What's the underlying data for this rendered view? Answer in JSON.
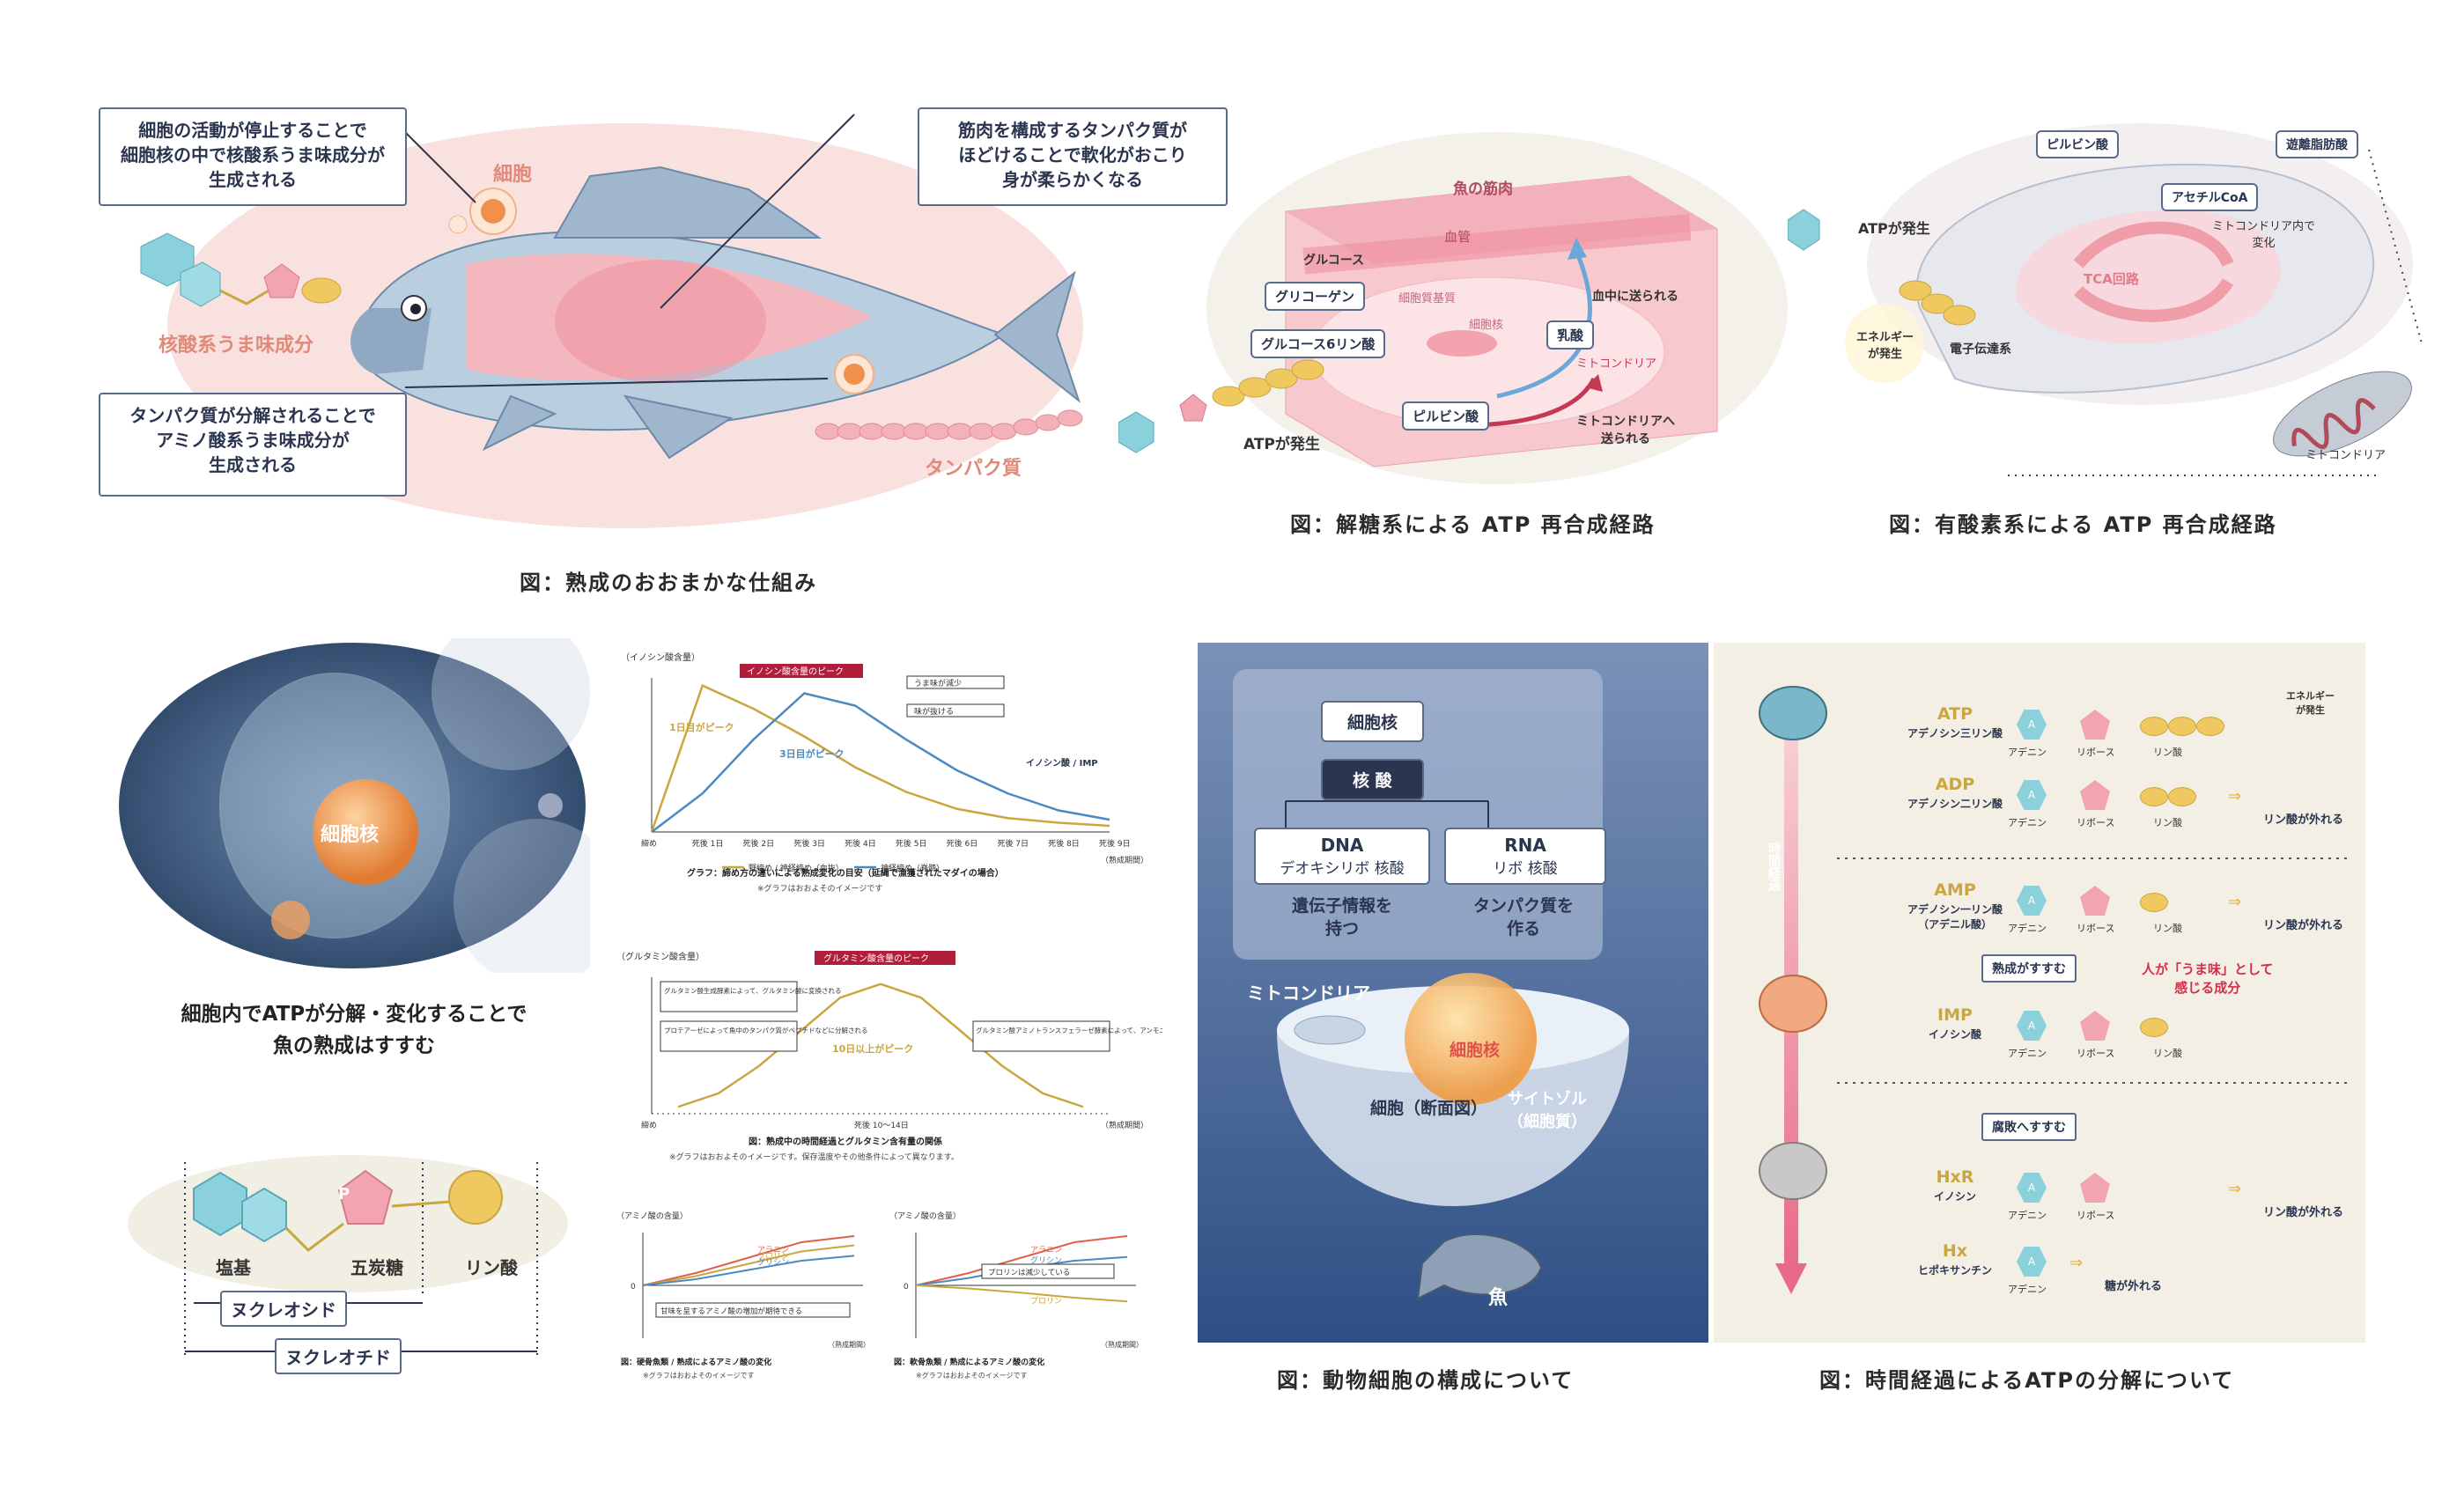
{
  "colors": {
    "navy": "#2b3550",
    "pink": "#f0a0a8",
    "gold": "#c9a640",
    "cyan": "#7cc8d6",
    "bluepanel": "#3c5c8c",
    "beige": "#f3efe4"
  },
  "fish_panel": {
    "note_cell": "細胞の活動が停止することで\n細胞核の中で核酸系うま味成分が\n生成される",
    "note_muscle": "筋肉を構成するタンパク質が\nほどけることで軟化がおこり\n身が柔らかくなる",
    "note_protein": "タンパク質が分解されることで\nアミノ酸系うま味成分が\n生成される",
    "label_cell": "細胞",
    "label_nucleic": "核酸系うま味成分",
    "label_protein": "タンパク質",
    "caption": "図：熟成のおおまかな仕組み"
  },
  "glycolysis_panel": {
    "muscle": "魚の筋肉",
    "vessel": "血管",
    "glucose": "グルコース",
    "glycogen": "グリコーゲン",
    "g6p": "グルコース6リン酸",
    "lactate": "乳酸",
    "pyruvate": "ピルビン酸",
    "to_blood": "血中に送られる",
    "mito": "ミトコンドリア",
    "to_mito": "ミトコンドリアへ\n送られる",
    "matrix": "細胞質基質",
    "nucleus": "細胞核",
    "atp": "ATPが発生",
    "caption": "図：解糖系による ATP 再合成経路"
  },
  "aerobic_panel": {
    "pyruvate": "ピルビン酸",
    "fatty": "遊離脂肪酸",
    "acetyl": "アセチルCoA",
    "change": "ミトコンドリア内で\n変化",
    "tca": "TCA回路",
    "etc": "電子伝達系",
    "atp": "ATPが発生",
    "energy": "エネルギー\nが発生",
    "mito": "ミトコンドリア",
    "caption": "図：有酸素系による ATP 再合成経路"
  },
  "cell_panel": {
    "nucleus": "細胞核",
    "text": "細胞内でATPが分解・変化することで\n魚の熟成はすすむ"
  },
  "nucleotide_panel": {
    "base": "塩基",
    "sugar": "五炭糖",
    "phosphate": "リン酸",
    "p": "P",
    "nucleoside": "ヌクレオシド",
    "nucleotide": "ヌクレオチド"
  },
  "chart_data": [
    {
      "type": "line",
      "title": "グラフ：締め方の違いによる熟成変化の目安（延縄で漁獲されたマダイの場合）",
      "note": "※グラフはおおよそのイメージです",
      "ylabel": "（イノシン酸含量）",
      "xlabel": "（熟成期間）",
      "categories": [
        "締め",
        "死後 1日",
        "死後 2日",
        "死後 3日",
        "死後 4日",
        "死後 5日",
        "死後 6日",
        "死後 7日",
        "死後 8日",
        "死後 9日"
      ],
      "series": [
        {
          "name": "野締め / 神経締め（血抜）",
          "values": [
            0,
            95,
            80,
            62,
            42,
            26,
            15,
            9,
            6,
            4
          ]
        },
        {
          "name": "神経締め（脊髄）",
          "values": [
            0,
            25,
            60,
            90,
            82,
            60,
            40,
            25,
            14,
            8
          ]
        }
      ],
      "annotations": [
        "イノシン酸含量のピーク",
        "うま味が減少",
        "味が抜ける",
        "1日目がピーク",
        "3日目がピーク",
        "イノシン酸 / IMP"
      ],
      "ylim": [
        0,
        100
      ]
    },
    {
      "type": "line",
      "title": "図：熟成中の時間経過とグルタミン含有量の関係",
      "note": "※グラフはおおよそのイメージです。保存温度やその他条件によって異なります。",
      "ylabel": "（グルタミン酸含量）",
      "xlabel": "（熟成期間）",
      "categories": [
        "締め",
        "死後 10〜14日"
      ],
      "series": [
        {
          "name": "グルタミン酸",
          "values": [
            5,
            15,
            35,
            60,
            85,
            95,
            85,
            60,
            35,
            15,
            5
          ]
        }
      ],
      "annotations": [
        "グルタミン酸含量のピーク",
        "グルタミン酸生成酵素によって、グルタミン酸に変換される",
        "プロテアーゼによって魚中のタンパク質がペプチドなどに分解される",
        "グルタミン酸アミノトランスフェラーゼ酵素によって、アンモニアなどに分解",
        "10日以上がピーク"
      ],
      "ylim": [
        0,
        100
      ]
    },
    {
      "type": "line",
      "title": "図：硬骨魚類 / 熟成によるアミノ酸の変化",
      "note": "※グラフはおおよそのイメージです",
      "ylabel": "（アミノ酸の含量）",
      "xlabel": "（熟成期間）",
      "series": [
        {
          "name": "アラニン",
          "values": [
            0,
            20,
            45,
            70,
            80
          ]
        },
        {
          "name": "プロリン",
          "values": [
            0,
            15,
            35,
            55,
            65
          ]
        },
        {
          "name": "グリシン",
          "values": [
            0,
            10,
            25,
            40,
            48
          ]
        }
      ],
      "annotations": [
        "甘味を呈するアミノ酸の増加が期待できる",
        "0"
      ]
    },
    {
      "type": "line",
      "title": "図：軟骨魚類 / 熟成によるアミノ酸の変化",
      "note": "※グラフはおおよそのイメージです",
      "ylabel": "（アミノ酸の含量）",
      "xlabel": "（熟成期間）",
      "series": [
        {
          "name": "アラニン",
          "values": [
            0,
            20,
            45,
            70,
            80
          ]
        },
        {
          "name": "グリシン",
          "values": [
            0,
            12,
            28,
            40,
            46
          ]
        },
        {
          "name": "プロリン",
          "values": [
            0,
            -5,
            -12,
            -20,
            -26
          ]
        }
      ],
      "annotations": [
        "プロリンは減少している",
        "0"
      ]
    }
  ],
  "animal_cell_panel": {
    "nucleus": "細胞核",
    "nucleic": "核 酸",
    "dna": "DNA",
    "dna_sub": "デオキシリボ 核酸",
    "rna": "RNA",
    "rna_sub": "リボ 核酸",
    "dna_role": "遺伝子情報を\n持つ",
    "rna_role": "タンパク質を\n作る",
    "mito": "ミトコンドリア",
    "nucleus2": "細胞核",
    "cytosol": "サイトゾル\n（細胞質）",
    "cell": "細胞（断面図）",
    "fish": "魚",
    "caption": "図：動物細胞の構成について"
  },
  "atp_panel": {
    "timeline": "時間経過",
    "rows": [
      {
        "name": "ATP",
        "jp": "アデノシン三リン酸",
        "parts": [
          "アデニン",
          "リボース",
          "リン酸"
        ],
        "note": ""
      },
      {
        "name": "ADP",
        "jp": "アデノシン二リン酸",
        "parts": [
          "アデニン",
          "リボース",
          "リン酸"
        ],
        "note": "リン酸が外れる"
      },
      {
        "name": "AMP",
        "jp": "アデノシン一リン酸\n（アデニル酸）",
        "parts": [
          "アデニン",
          "リボース",
          "リン酸"
        ],
        "note": "リン酸が外れる"
      },
      {
        "name": "IMP",
        "jp": "イノシン酸",
        "parts": [
          "アデニン",
          "リボース",
          "リン酸"
        ],
        "note": ""
      },
      {
        "name": "HxR",
        "jp": "イノシン",
        "parts": [
          "アデニン",
          "リボース"
        ],
        "note": "リン酸が外れる"
      },
      {
        "name": "Hx",
        "jp": "ヒポキサンチン",
        "parts": [
          "アデニン"
        ],
        "note": "糖が外れる"
      }
    ],
    "energy": "エネルギー\nが発生",
    "aging": "熟成がすすむ",
    "umami": "人が「うま味」として\n感じる成分",
    "rot": "腐敗へすすむ",
    "a": "A",
    "caption": "図：時間経過によるATPの分解について"
  }
}
